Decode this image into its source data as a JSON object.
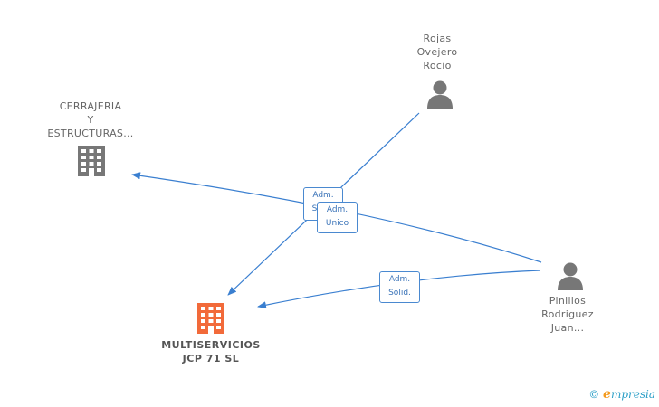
{
  "nodes": {
    "cerrajeria": {
      "lines": [
        "CERRAJERIA",
        "Y",
        "ESTRUCTURAS..."
      ],
      "icon": "building-icon",
      "color": "#777777"
    },
    "rojas": {
      "lines": [
        "Rojas",
        "Ovejero",
        "Rocio"
      ],
      "icon": "person-icon",
      "color": "#777777"
    },
    "multiservicios": {
      "lines": [
        "MULTISERVICIOS",
        "JCP 71  SL"
      ],
      "icon": "building-icon",
      "color": "#f26a3a"
    },
    "pinillos": {
      "lines": [
        "Pinillos",
        "Rodriguez",
        "Juan..."
      ],
      "icon": "person-icon",
      "color": "#777777"
    }
  },
  "edges": [
    {
      "from": "rojas",
      "to": "multiservicios",
      "label_lines": [
        "Adm.",
        "Solid."
      ]
    },
    {
      "from": "pinillos",
      "to": "cerrajeria",
      "label_lines": [
        "Adm.",
        "Unico"
      ]
    },
    {
      "from": "pinillos",
      "to": "multiservicios",
      "label_lines": [
        "Adm.",
        "Solid."
      ]
    }
  ],
  "colors": {
    "edge": "#3a7fd0",
    "badge_text": "#3a73b8"
  },
  "watermark": {
    "symbol": "©",
    "brand_first": "e",
    "brand_rest": "mpresia"
  }
}
